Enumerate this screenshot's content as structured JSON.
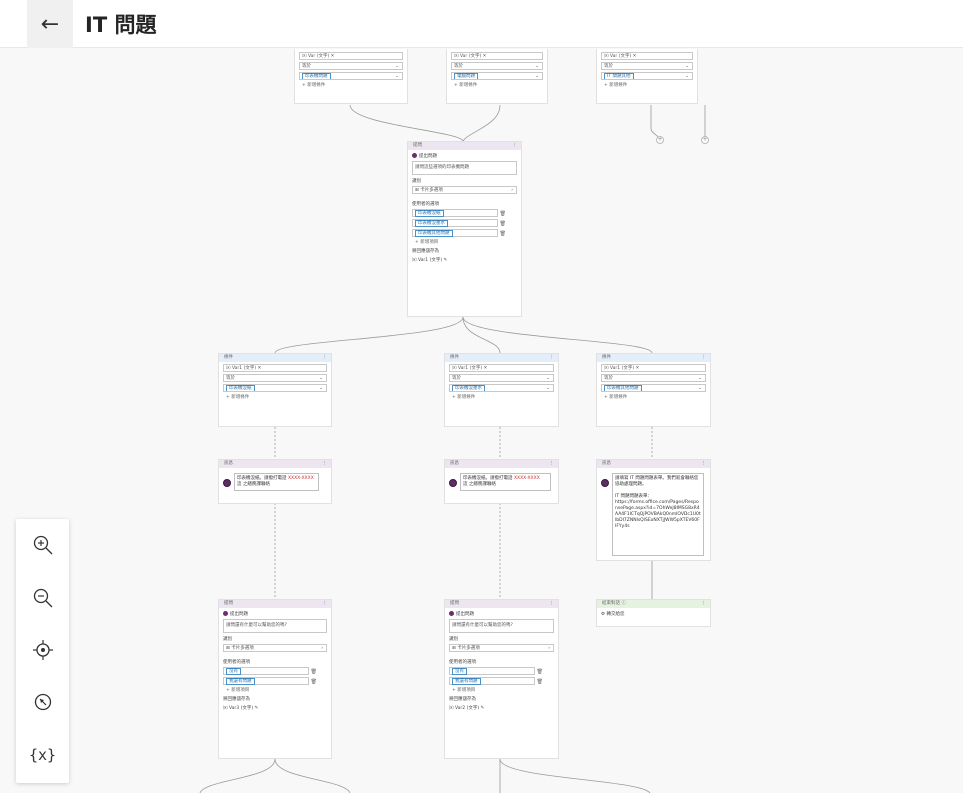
{
  "header": {
    "title": "IT 問題",
    "back_label": "←"
  },
  "top_conditions": [
    {
      "var": "Var (文字)",
      "op": "等於",
      "value": "印表機問題",
      "add": "新增條件"
    },
    {
      "var": "Var (文字)",
      "op": "等於",
      "value": "電腦問題",
      "add": "新增條件"
    },
    {
      "var": "Var (文字)",
      "op": "等於",
      "value": "IT 間題其他",
      "add": "新增條件"
    }
  ],
  "question": {
    "header": "提問",
    "avatar_label": "提出問題",
    "prompt": "請問這些選項的印表機問題",
    "identify_label": "識別",
    "identify_value": "卡片多選項",
    "options_label": "使用者的選項",
    "options": [
      "印表機沒紙",
      "印表機沒墨水",
      "印表機其他問題"
    ],
    "add_label": "新增項目",
    "save_label": "將回應儲存為",
    "var": "Var1 (文字)"
  },
  "conditions2": [
    {
      "header": "條件",
      "var": "Var1 (文字)",
      "op": "等於",
      "value": "印表機沒紙",
      "add": "新增條件"
    },
    {
      "header": "條件",
      "var": "Var1 (文字)",
      "op": "等於",
      "value": "印表機沒墨水",
      "add": "新增條件"
    },
    {
      "header": "條件",
      "var": "Var1 (文字)",
      "op": "等於",
      "value": "印表機其他問題",
      "add": "新增條件"
    }
  ],
  "messages": [
    {
      "header": "訊息",
      "text1": "印表機沒紙。請撥打電話",
      "text2": "XXXX-XXXX",
      "text3": "這 之總務課聯絡"
    },
    {
      "header": "訊息",
      "text1": "印表機沒紙。請撥打電話",
      "text2": "XXXX-XXXX",
      "text3": "這 之總務課聯絡"
    },
    {
      "header": "訊息",
      "text": "請填寫 IT 問題問題表單。我們就會聯絡您協助處理問題。",
      "form_label": "IT 問題問題表單：",
      "link": "https://forms.office.com/Pages/ResponsePage.aspx?id=7OhWeJ8IMSG8xR4AA4F1ICTqQjPOVBAkQ0nmlOVDc1U0tlbDI7ZNNlsQlSEoNXTjJWW5pXTEV60FIFYy4s"
    }
  ],
  "questions2": [
    {
      "header": "提問",
      "avatar_label": "提出問題",
      "prompt": "請問還有什麼可以幫助您的嗎?",
      "identify_label": "識別",
      "identify_value": "卡片多選項",
      "options_label": "使用者的選項",
      "options": [
        "沒有",
        "我還有問題"
      ],
      "add_label": "新增項目",
      "save_label": "將回應儲存為",
      "var": "Var3 (文字)"
    },
    {
      "header": "提問",
      "avatar_label": "提出問題",
      "prompt": "請問還有什麼可以幫助您的嗎?",
      "identify_label": "識別",
      "identify_value": "卡片多選項",
      "options_label": "使用者的選項",
      "options": [
        "沒有",
        "我還有問題"
      ],
      "add_label": "新增項目",
      "save_label": "將回應儲存為",
      "var": "Var2 (文字)"
    }
  ],
  "end_node": {
    "header": "結束對話",
    "label": "轉交給您"
  },
  "zoom": {
    "zoom_in": "zoom-in",
    "zoom_out": "zoom-out",
    "recenter": "recenter",
    "compass": "compass",
    "variables": "{x}"
  }
}
